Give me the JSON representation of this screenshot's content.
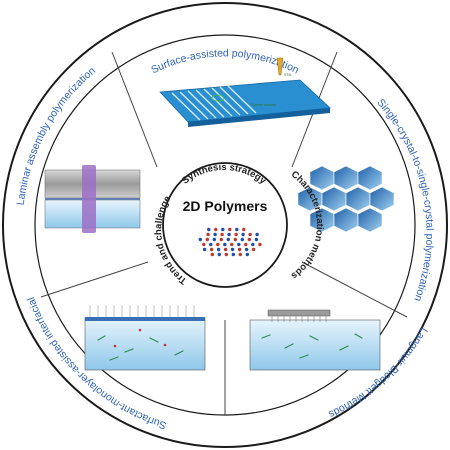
{
  "center": {
    "title": "2D Polymers",
    "ring_labels": {
      "top": "Synthesis strategy",
      "right": "Characterization methods",
      "left": "Trend and challenge"
    }
  },
  "segments": {
    "surface": {
      "label": "Surface-assisted polymerization",
      "tip": "STM",
      "inset": "Polymer network"
    },
    "single_crystal": {
      "label": "Single-crystal-to-single-crystal polymerization"
    },
    "langmuir": {
      "label": "Langmuir-Blodgett Methods"
    },
    "surfactant": {
      "label": "Surfactant-monolayer-assisted interfacial"
    },
    "laminar": {
      "label": "Laminar assembly polymerization"
    }
  },
  "colors": {
    "label_blue": "#2f63b6",
    "ring_dark": "#1a1a1a",
    "polymer_red": "#c0392b",
    "polymer_blue": "#1f4fb0",
    "water_blue": "#8fc8ea"
  }
}
